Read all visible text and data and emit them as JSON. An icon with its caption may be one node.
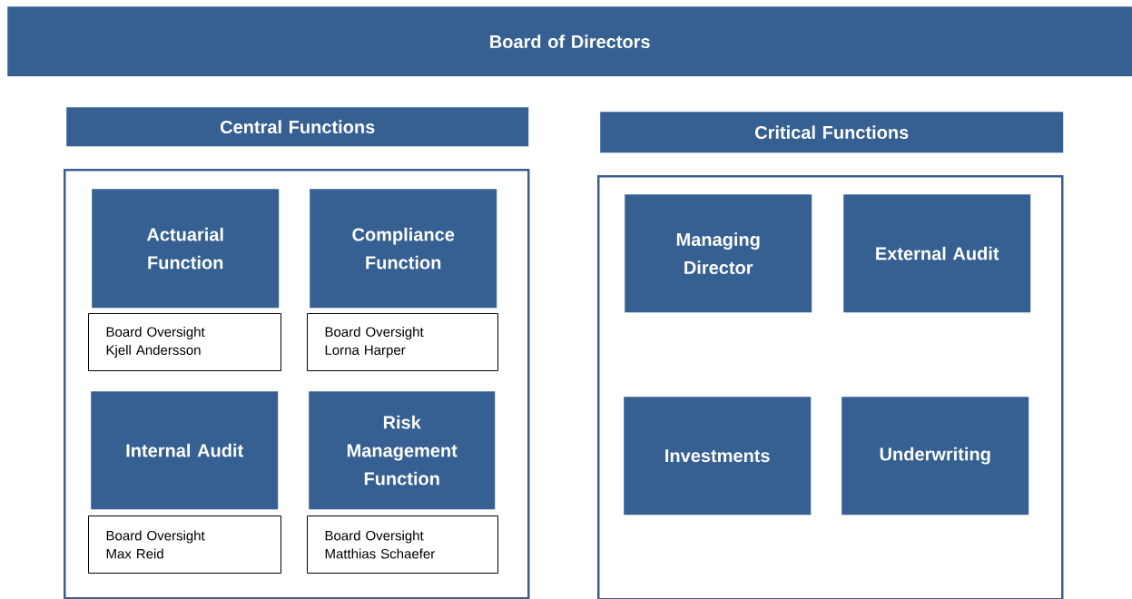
{
  "diagram": {
    "nodes": [
      {
        "text": [
          "Board of Directors"
        ]
      },
      {
        "text": [
          "Central Functions"
        ]
      },
      {
        "text": [],
        "shape": "box"
      },
      {
        "text": [
          "Actuarial Function"
        ],
        "in": 2
      },
      {
        "text": [
          "Compliance Function"
        ],
        "in": 2
      },
      {
        "text": [
          "Board Oversight",
          "Kjell Andersson"
        ],
        "in": 2
      },
      {
        "text": [
          "Board Oversight",
          "Lorna Harper"
        ],
        "in": 2
      },
      {
        "text": [
          "Internal Audit"
        ],
        "in": 2
      },
      {
        "text": [
          "Risk Management Function"
        ],
        "in": 2
      },
      {
        "text": [
          "Board Oversight",
          "Max Reid"
        ],
        "in": 2
      },
      {
        "text": [
          "Board Oversight",
          "Matthias Schaefer"
        ],
        "in": 2
      },
      {
        "text": [
          "Critical Functions"
        ]
      },
      {
        "text": [],
        "shape": "box"
      },
      {
        "text": [
          "Managing Director"
        ],
        "in": 12
      },
      {
        "text": [
          "External Audit"
        ],
        "in": 12
      },
      {
        "text": [
          "Investments"
        ],
        "in": 12
      },
      {
        "text": [
          "Underwriting"
        ],
        "in": 12
      }
    ]
  }
}
